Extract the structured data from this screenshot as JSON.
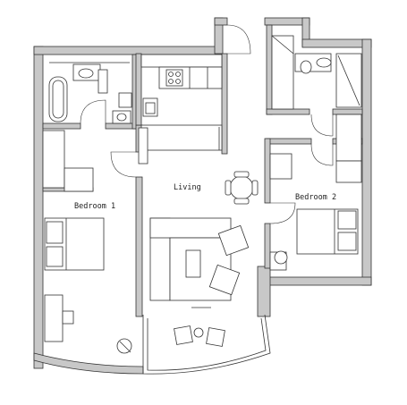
{
  "rooms": {
    "living": "Living",
    "bedroom1": "Bedroom 1",
    "bedroom2": "Bedroom 2"
  },
  "colors": {
    "wall_fill": "#c8c8c8",
    "line": "#333333",
    "background": "#ffffff"
  }
}
